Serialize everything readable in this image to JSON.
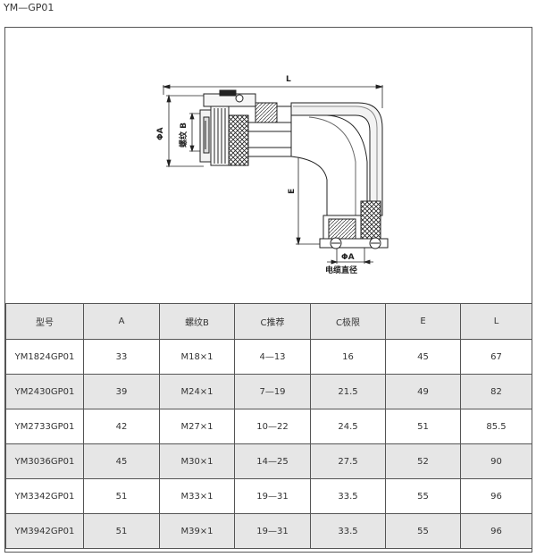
{
  "document": {
    "title": "YM—GP01"
  },
  "drawing": {
    "labels": {
      "length": "L",
      "diameter_a": "ΦA",
      "thread_b": "螺纹 B",
      "height": "E",
      "cable_diameter_symbol": "ΦA",
      "cable_diameter_label": "电缆直径"
    }
  },
  "table": {
    "headers": [
      "型号",
      "A",
      "螺纹B",
      "C推荐",
      "C极限",
      "E",
      "L"
    ],
    "rows": [
      [
        "YM1824GP01",
        "33",
        "M18×1",
        "4—13",
        "16",
        "45",
        "67"
      ],
      [
        "YM2430GP01",
        "39",
        "M24×1",
        "7—19",
        "21.5",
        "49",
        "82"
      ],
      [
        "YM2733GP01",
        "42",
        "M27×1",
        "10—22",
        "24.5",
        "51",
        "85.5"
      ],
      [
        "YM3036GP01",
        "45",
        "M30×1",
        "14—25",
        "27.5",
        "52",
        "90"
      ],
      [
        "YM3342GP01",
        "51",
        "M33×1",
        "19—31",
        "33.5",
        "55",
        "96"
      ],
      [
        "YM3942GP01",
        "51",
        "M39×1",
        "19—31",
        "33.5",
        "55",
        "96"
      ]
    ]
  }
}
